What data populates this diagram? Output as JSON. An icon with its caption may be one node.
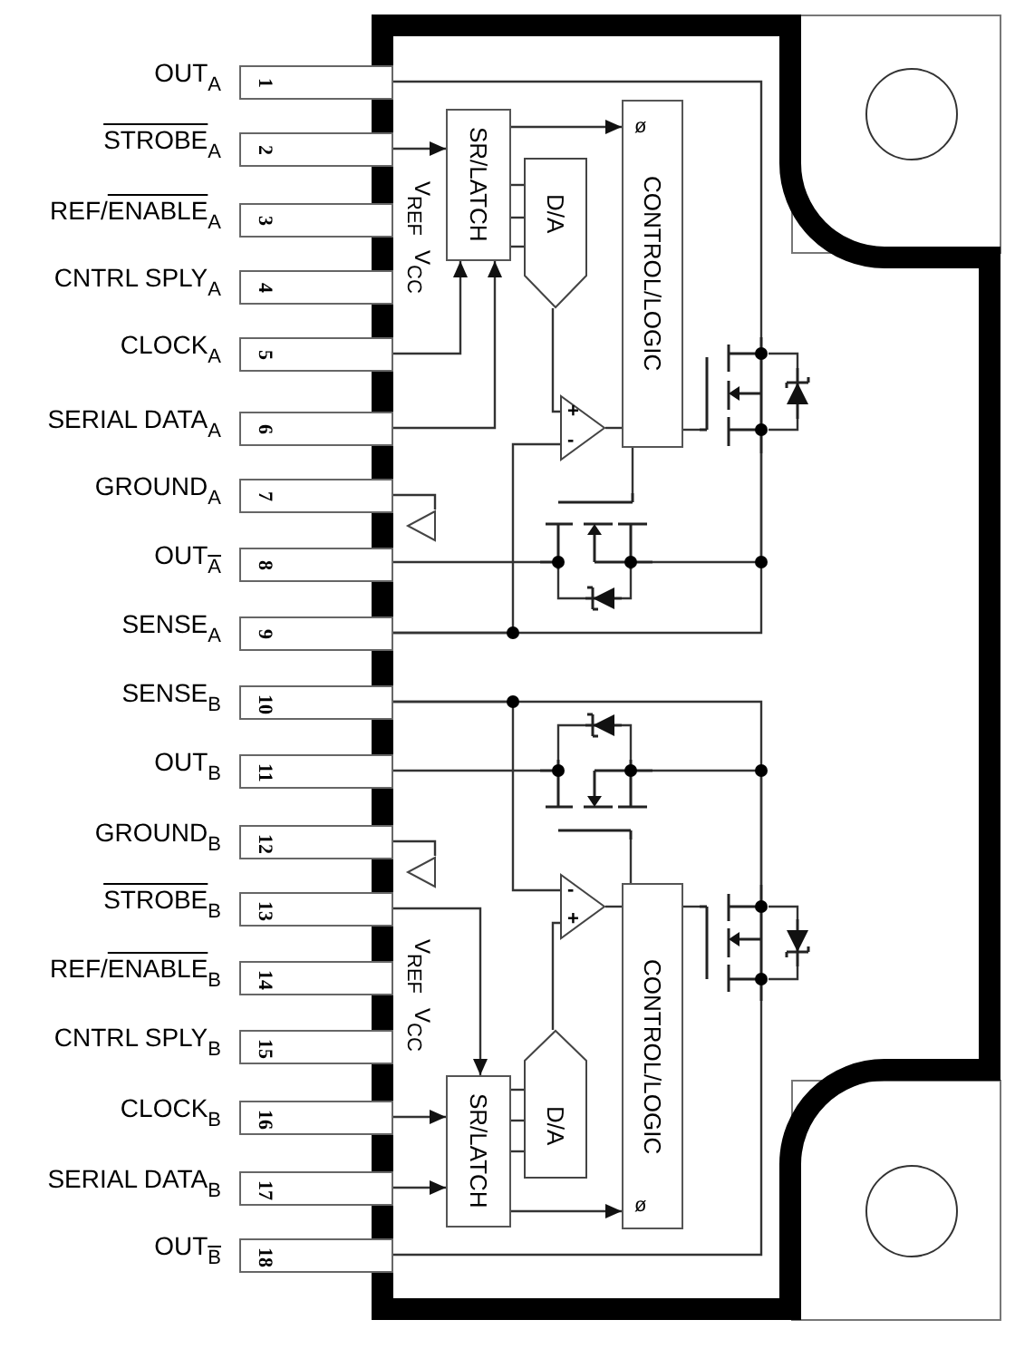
{
  "diagram": {
    "nodes": [
      {
        "text": [
          "1"
        ],
        "beside": [
          "OUT$_{A}$"
        ]
      },
      {
        "text": [
          "2"
        ],
        "beside": [
          "STROBE$_{A}$"
        ]
      },
      {
        "text": [
          "3"
        ],
        "beside": [
          "REF/ENABLE$_{A}$"
        ]
      },
      {
        "text": [
          "4"
        ],
        "beside": [
          "CNTRL SPLY$_{A}$"
        ]
      },
      {
        "text": [
          "5"
        ],
        "beside": [
          "CLOCK$_{A}$"
        ]
      },
      {
        "text": [
          "6"
        ],
        "beside": [
          "SERIAL DATA$_{A}$"
        ]
      },
      {
        "text": [
          "7"
        ],
        "beside": [
          "GROUND$_{A}$"
        ]
      },
      {
        "text": [
          "8"
        ],
        "beside": [
          "OUT$_{A}$"
        ]
      },
      {
        "text": [
          "9"
        ],
        "beside": [
          "SENSE$_{A}$"
        ]
      },
      {
        "text": [
          "10"
        ],
        "beside": [
          "SENSE$_{B}$"
        ]
      },
      {
        "text": [
          "11"
        ],
        "beside": [
          "OUT$_{B}$"
        ]
      },
      {
        "text": [
          "12"
        ],
        "beside": [
          "GROUND$_{B}$"
        ]
      },
      {
        "text": [
          "13"
        ],
        "beside": [
          "STROBE$_{B}$"
        ]
      },
      {
        "text": [
          "14"
        ],
        "beside": [
          "REF/ENABLE$_{B}$"
        ]
      },
      {
        "text": [
          "15"
        ],
        "beside": [
          "CNTRL SPLY$_{B}$"
        ]
      },
      {
        "text": [
          "16"
        ],
        "beside": [
          "CLOCK$_{B}$"
        ]
      },
      {
        "text": [
          "17"
        ],
        "beside": [
          "SERIAL DATA$_{B}$"
        ]
      },
      {
        "text": [
          "18"
        ],
        "beside": [
          "OUT$_{B}$"
        ]
      },
      {
        "text": [
          "SR/LATCH"
        ]
      },
      {
        "text": [
          "D/A"
        ]
      },
      {
        "text": [
          "ø",
          "CONTROL/LOGIC"
        ]
      },
      {
        "text": [
          "+",
          "-"
        ]
      },
      {
        "text": [],
        "shape": "transistor"
      },
      {
        "text": [],
        "shape": "diode"
      },
      {
        "text": [],
        "shape": "transistor"
      },
      {
        "text": [],
        "shape": "diode"
      },
      {
        "text": [],
        "shape": "ground"
      },
      {
        "text": [
          "SR/LATCH"
        ]
      },
      {
        "text": [
          "D/A"
        ]
      },
      {
        "text": [
          "CONTROL/LOGIC",
          "ø"
        ]
      },
      {
        "text": [
          "-",
          "+"
        ]
      },
      {
        "text": [],
        "shape": "transistor"
      },
      {
        "text": [],
        "shape": "diode"
      },
      {
        "text": [],
        "shape": "transistor"
      },
      {
        "text": [],
        "shape": "diode"
      },
      {
        "text": [],
        "shape": "ground"
      }
    ],
    "edges": [
      {
        "from": 1,
        "to": 18,
        "arrow": "to"
      },
      {
        "from": 4,
        "to": 18,
        "arrow": "to"
      },
      {
        "from": 5,
        "to": 18,
        "arrow": "to"
      },
      {
        "from": 18,
        "to": 20,
        "arrow": "to"
      },
      {
        "from": 18,
        "to": 19,
        "arrow": "none"
      },
      {
        "from": 18,
        "to": 19,
        "arrow": "none"
      },
      {
        "from": 18,
        "to": 19,
        "arrow": "none"
      },
      {
        "from": 19,
        "to": 21,
        "arrow": "none"
      },
      {
        "from": 21,
        "to": 20,
        "arrow": "none"
      },
      {
        "from": 20,
        "to": 22,
        "arrow": "none"
      },
      {
        "from": 20,
        "to": 24,
        "arrow": "none"
      },
      {
        "from": 0,
        "to": 22,
        "arrow": "none"
      },
      {
        "from": 22,
        "to": 23,
        "arrow": "none"
      },
      {
        "from": 7,
        "to": 24,
        "arrow": "none"
      },
      {
        "from": 24,
        "to": 25,
        "arrow": "none"
      },
      {
        "from": 8,
        "to": 21,
        "arrow": "none"
      },
      {
        "from": 8,
        "to": 22,
        "arrow": "none"
      },
      {
        "from": 24,
        "to": 22,
        "arrow": "none"
      },
      {
        "from": 6,
        "to": 26,
        "arrow": "none"
      },
      {
        "from": 12,
        "to": 27,
        "arrow": "to"
      },
      {
        "from": 15,
        "to": 27,
        "arrow": "to"
      },
      {
        "from": 16,
        "to": 27,
        "arrow": "to"
      },
      {
        "from": 27,
        "to": 29,
        "arrow": "to"
      },
      {
        "from": 27,
        "to": 28,
        "arrow": "none"
      },
      {
        "from": 27,
        "to": 28,
        "arrow": "none"
      },
      {
        "from": 27,
        "to": 28,
        "arrow": "none"
      },
      {
        "from": 28,
        "to": 30,
        "arrow": "none"
      },
      {
        "from": 30,
        "to": 29,
        "arrow": "none"
      },
      {
        "from": 29,
        "to": 31,
        "arrow": "none"
      },
      {
        "from": 29,
        "to": 33,
        "arrow": "none"
      },
      {
        "from": 17,
        "to": 31,
        "arrow": "none"
      },
      {
        "from": 31,
        "to": 32,
        "arrow": "none"
      },
      {
        "from": 10,
        "to": 33,
        "arrow": "none"
      },
      {
        "from": 33,
        "to": 34,
        "arrow": "none"
      },
      {
        "from": 9,
        "to": 30,
        "arrow": "none"
      },
      {
        "from": 9,
        "to": 31,
        "arrow": "none"
      },
      {
        "from": 33,
        "to": 31,
        "arrow": "none"
      },
      {
        "from": 11,
        "to": 35,
        "arrow": "none"
      }
    ],
    "labels": [
      "V$_{REF}$",
      "V$_{CC}$",
      "V$_{REF}$",
      "V$_{CC}$"
    ]
  }
}
